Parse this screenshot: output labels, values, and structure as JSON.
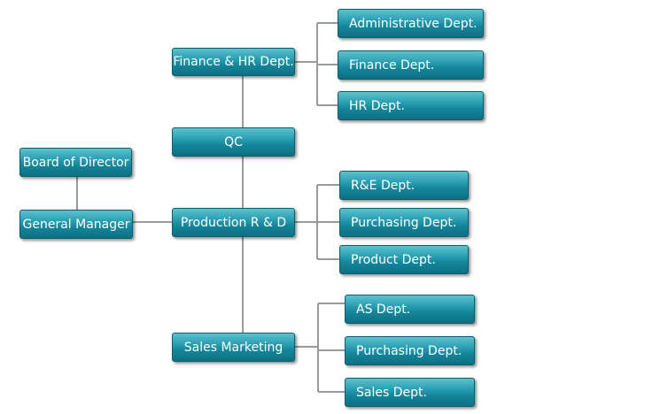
{
  "diagram": {
    "board": "Board of Director",
    "general_manager": "General Manager",
    "level2": {
      "finance_hr": "Finance & HR Dept.",
      "qc": "QC",
      "production_rd": "Production R & D",
      "sales_marketing": "Sales Marketing"
    },
    "finance_hr_children": [
      "Administrative Dept.",
      "Finance Dept.",
      "HR Dept."
    ],
    "production_children": [
      "R&E Dept.",
      "Purchasing Dept.",
      "Product Dept."
    ],
    "sales_children": [
      "AS Dept.",
      "Purchasing Dept.",
      "Sales Dept."
    ]
  },
  "colors": {
    "connector": "#9a9a9a",
    "node_top": "#5fc1ce",
    "node_bottom": "#0f6f82",
    "node_text": "#ffffff"
  }
}
